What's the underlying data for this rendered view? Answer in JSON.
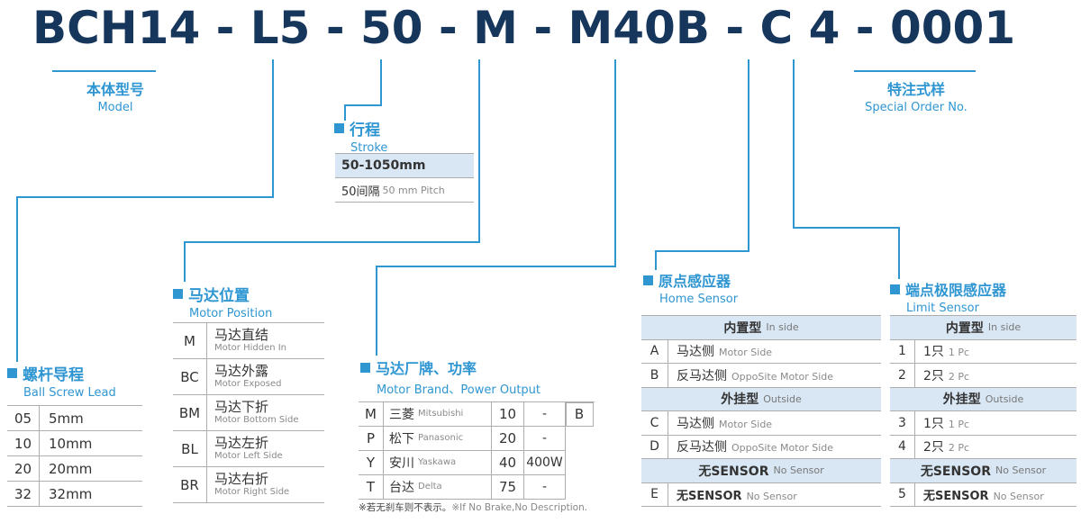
{
  "title": {
    "display": "BCH14 - L5 - 50 - M - M40B - C 4 - 0001",
    "segments": [
      "BCH14",
      "L5",
      "50",
      "M",
      "M40B",
      "C",
      "4",
      "0001"
    ]
  },
  "colors": {
    "navy": "#16365c",
    "accent": "#2f96d2",
    "header_bg": "#d9e7f4"
  },
  "sections": {
    "model": {
      "zh": "本体型号",
      "en": "Model"
    },
    "special_order": {
      "zh": "特注式样",
      "en": "Special Order No."
    },
    "stroke": {
      "zh": "行程",
      "en": "Stroke",
      "range": "50-1050mm",
      "pitch_zh": "50间隔",
      "pitch_en": "50 mm Pitch"
    },
    "ball_screw_lead": {
      "zh": "螺杆导程",
      "en": "Ball Screw Lead",
      "rows": [
        {
          "code": "05",
          "value": "5mm"
        },
        {
          "code": "10",
          "value": "10mm"
        },
        {
          "code": "20",
          "value": "20mm"
        },
        {
          "code": "32",
          "value": "32mm"
        }
      ]
    },
    "motor_position": {
      "zh": "马达位置",
      "en": "Motor Position",
      "rows": [
        {
          "code": "M",
          "zh": "马达直结",
          "en": "Motor Hidden In"
        },
        {
          "code": "BC",
          "zh": "马达外露",
          "en": "Motor Exposed"
        },
        {
          "code": "BM",
          "zh": "马达下折",
          "en": "Motor Bottom Side"
        },
        {
          "code": "BL",
          "zh": "马达左折",
          "en": "Motor Left Side"
        },
        {
          "code": "BR",
          "zh": "马达右折",
          "en": "Motor Right Side"
        }
      ]
    },
    "motor_brand": {
      "zh": "马达厂牌、功率",
      "en": "Motor Brand、Power Output",
      "rows": [
        {
          "code": "M",
          "brand_zh": "三菱",
          "brand_en": "Mitsubishi",
          "power_code": "10",
          "power": "-"
        },
        {
          "code": "P",
          "brand_zh": "松下",
          "brand_en": "Panasonic",
          "power_code": "20",
          "power": "-"
        },
        {
          "code": "Y",
          "brand_zh": "安川",
          "brand_en": "Yaskawa",
          "power_code": "40",
          "power": "400W"
        },
        {
          "code": "T",
          "brand_zh": "台达",
          "brand_en": "Delta",
          "power_code": "75",
          "power": "-"
        }
      ],
      "brake_code": "B",
      "note_zh": "※若无刹车则不表示。",
      "note_en": "※If No Brake,No Description."
    },
    "home_sensor": {
      "zh": "原点感应器",
      "en": "Home Sensor",
      "inside_header_zh": "内置型",
      "inside_header_en": "In side",
      "outside_header_zh": "外挂型",
      "outside_header_en": "Outside",
      "nosensor_header_zh": "无SENSOR",
      "nosensor_header_en": "No Sensor",
      "rows_inside": [
        {
          "code": "A",
          "zh": "马达侧",
          "en": "Motor Side"
        },
        {
          "code": "B",
          "zh": "反马达侧",
          "en": "OppoSite Motor Side"
        }
      ],
      "rows_outside": [
        {
          "code": "C",
          "zh": "马达侧",
          "en": "Motor Side"
        },
        {
          "code": "D",
          "zh": "反马达侧",
          "en": "OppoSite Motor Side"
        }
      ],
      "row_nosensor": {
        "code": "E",
        "zh": "无SENSOR",
        "en": "No Sensor"
      }
    },
    "limit_sensor": {
      "zh": "端点极限感应器",
      "en": "Limit Sensor",
      "inside_header_zh": "内置型",
      "inside_header_en": "In side",
      "outside_header_zh": "外挂型",
      "outside_header_en": "Outside",
      "nosensor_header_zh": "无SENSOR",
      "nosensor_header_en": "No Sensor",
      "rows_inside": [
        {
          "code": "1",
          "zh": "1只",
          "en": "1 Pc"
        },
        {
          "code": "2",
          "zh": "2只",
          "en": "2 Pc"
        }
      ],
      "rows_outside": [
        {
          "code": "3",
          "zh": "1只",
          "en": "1 Pc"
        },
        {
          "code": "4",
          "zh": "2只",
          "en": "2 Pc"
        }
      ],
      "row_nosensor": {
        "code": "5",
        "zh": "无SENSOR",
        "en": "No Sensor"
      }
    }
  }
}
